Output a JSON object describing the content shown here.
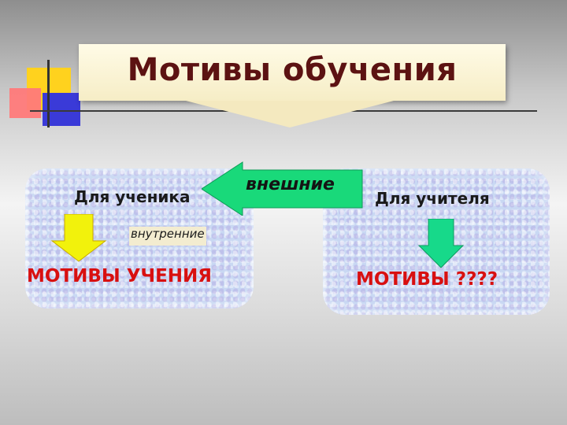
{
  "title": "Мотивы обучения",
  "labels": {
    "student": "Для ученика",
    "teacher": "Для учителя",
    "external": "внешние",
    "internal": "внутренние",
    "motives_learning": "МОТИВЫ УЧЕНИЯ",
    "motives_unknown": "МОТИВЫ ????"
  },
  "colors": {
    "title_text": "#5c1212",
    "motives_text": "#d81010",
    "external_arrow": "#19d97a",
    "left_down_arrow": "#f2f20c",
    "right_down_arrow": "#17d98a",
    "panel_fill": "#c9d8f3"
  }
}
